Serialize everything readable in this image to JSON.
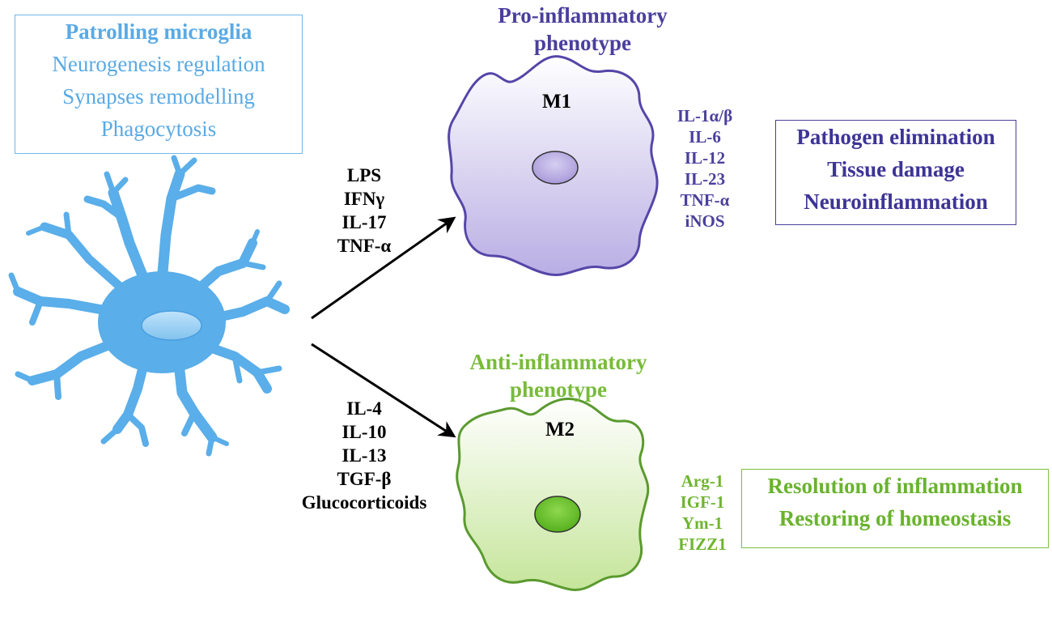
{
  "patrolling": {
    "items": [
      "Patrolling microglia",
      "Neurogenesis regulation",
      "Synapses remodelling",
      "Phagocytosis"
    ]
  },
  "m1": {
    "heading": [
      "Pro-inflammatory",
      "phenotype"
    ],
    "label": "M1",
    "stimuli": [
      "LPS",
      "IFNγ",
      "IL-17",
      "TNF-α"
    ],
    "markers": [
      "IL-1α/β",
      "IL-6",
      "IL-12",
      "IL-23",
      "TNF-α",
      "iNOS"
    ],
    "functions": [
      "Pathogen elimination",
      "Tissue damage",
      "Neuroinflammation"
    ]
  },
  "m2": {
    "heading": [
      "Anti-inflammatory",
      "phenotype"
    ],
    "label": "M2",
    "stimuli": [
      "IL-4",
      "IL-10",
      "IL-13",
      "TGF-β",
      "Glucocorticoids"
    ],
    "markers": [
      "Arg-1",
      "IGF-1",
      "Ym-1",
      "FIZZ1"
    ],
    "functions": [
      "Resolution of inflammation",
      "Restoring of homeostasis"
    ]
  },
  "colors": {
    "patrol_blue": "#5aaae4",
    "m1_purple": "#4a3f9c",
    "m2_green": "#78bb3a"
  }
}
